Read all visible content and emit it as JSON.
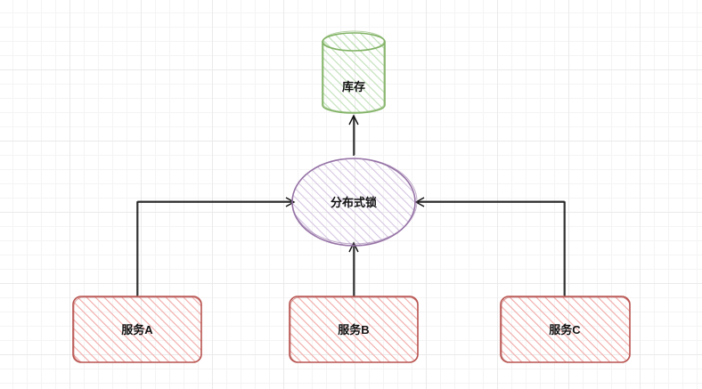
{
  "nodes": {
    "storage": {
      "label": "库存",
      "shape": "cylinder",
      "stroke": "#82b366",
      "fill": "#d5e8d4"
    },
    "lock": {
      "label": "分布式锁",
      "shape": "ellipse",
      "stroke": "#9673a6",
      "fill": "#e1d5e7"
    },
    "service_a": {
      "label": "服务A",
      "shape": "rounded-rectangle",
      "stroke": "#b85450",
      "fill": "#f8cecc"
    },
    "service_b": {
      "label": "服务B",
      "shape": "rounded-rectangle",
      "stroke": "#b85450",
      "fill": "#f8cecc"
    },
    "service_c": {
      "label": "服务C",
      "shape": "rounded-rectangle",
      "stroke": "#b85450",
      "fill": "#f8cecc"
    }
  },
  "edges": [
    {
      "from": "service_a",
      "to": "lock"
    },
    {
      "from": "service_b",
      "to": "lock"
    },
    {
      "from": "service_c",
      "to": "lock"
    },
    {
      "from": "lock",
      "to": "storage"
    }
  ],
  "style": {
    "sketch": true,
    "hatched_fill": true,
    "grid_background": true
  }
}
